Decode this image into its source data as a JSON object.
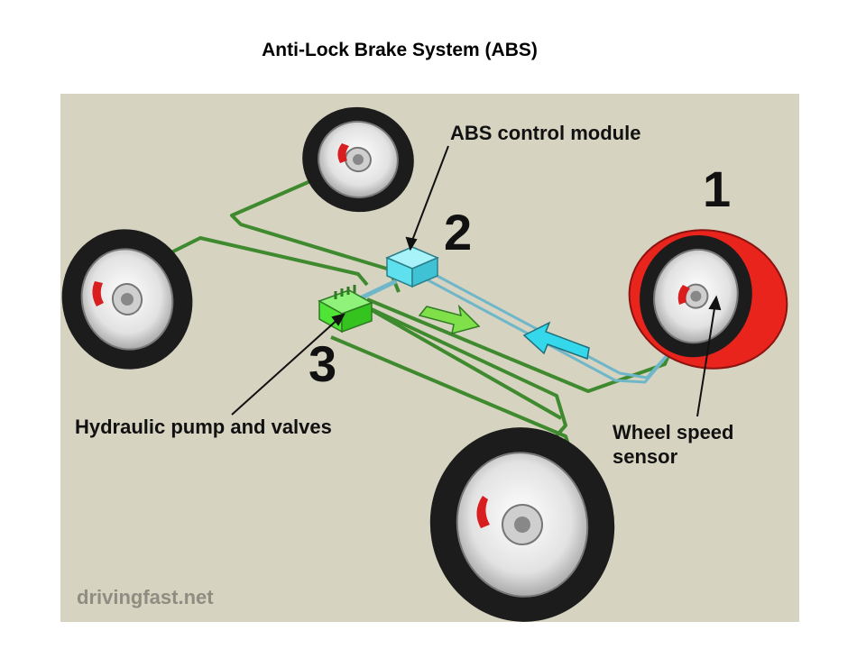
{
  "title": "Anti-Lock Brake System (ABS)",
  "labels": {
    "num1": "1",
    "num2": "2",
    "num3": "3",
    "control_module": "ABS control module",
    "pump_valves": "Hydraulic pump and valves",
    "sensor_line1": "Wheel speed",
    "sensor_line2": "sensor"
  },
  "watermark": "drivingfast.net",
  "colors": {
    "background": "#d6d3c1",
    "brake_line": "#3f8a2e",
    "sensor_wire": "#6fb7c8",
    "control_module": "#5fe0ef",
    "pump": "#4fe436",
    "highlighted_tire": "#e8241c",
    "caliper": "#d81e1e"
  },
  "icons": [
    "tire-icon",
    "caliper-icon",
    "arrow-icon"
  ]
}
